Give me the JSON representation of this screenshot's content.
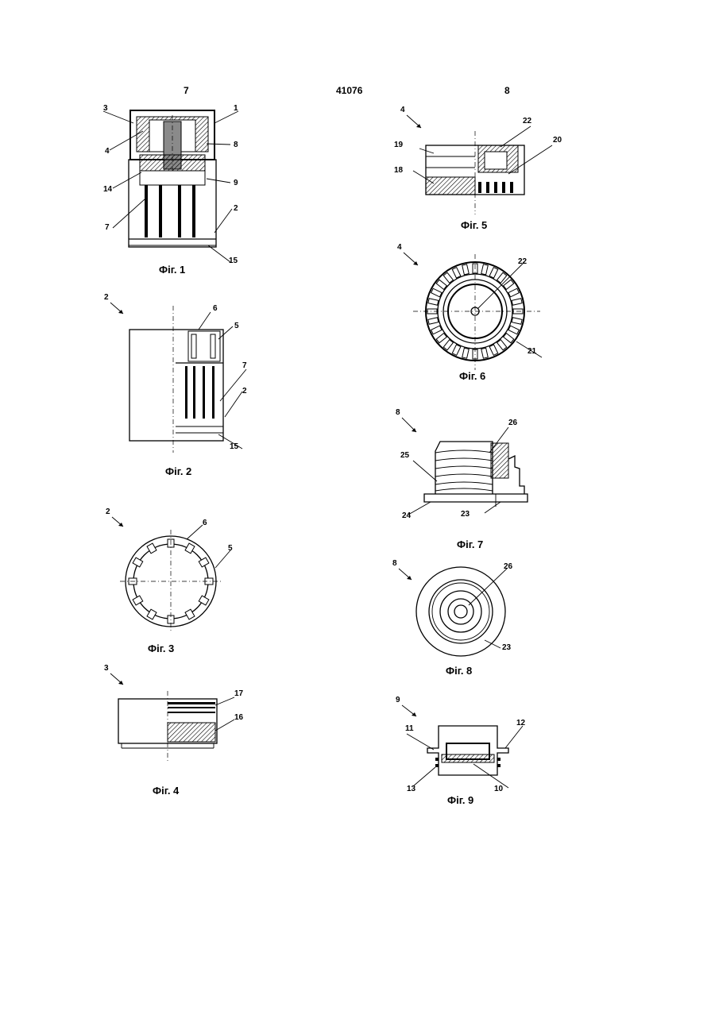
{
  "header": {
    "left_page": "7",
    "doc_number": "41076",
    "right_page": "8"
  },
  "figures": {
    "fig1": {
      "caption": "Фіг. 1",
      "labels": [
        "3",
        "1",
        "4",
        "8",
        "14",
        "9",
        "7",
        "2",
        "15"
      ]
    },
    "fig2": {
      "caption": "Фіг. 2",
      "ref": "2",
      "labels": [
        "6",
        "5",
        "7",
        "2",
        "15"
      ]
    },
    "fig3": {
      "caption": "Фіг. 3",
      "ref": "2",
      "labels": [
        "6",
        "5"
      ]
    },
    "fig4": {
      "caption": "Фіг. 4",
      "ref": "3",
      "labels": [
        "17",
        "16"
      ]
    },
    "fig5": {
      "caption": "Фіг. 5",
      "ref": "4",
      "labels": [
        "22",
        "19",
        "20",
        "18"
      ]
    },
    "fig6": {
      "caption": "Фіг. 6",
      "ref": "4",
      "labels": [
        "22",
        "21"
      ]
    },
    "fig7": {
      "caption": "Фіг. 7",
      "ref": "8",
      "labels": [
        "26",
        "25",
        "24",
        "23"
      ]
    },
    "fig8": {
      "caption": "Фіг. 8",
      "ref": "8",
      "labels": [
        "26",
        "23"
      ]
    },
    "fig9": {
      "caption": "Фіг. 9",
      "ref": "9",
      "labels": [
        "11",
        "12",
        "13",
        "10"
      ]
    }
  }
}
